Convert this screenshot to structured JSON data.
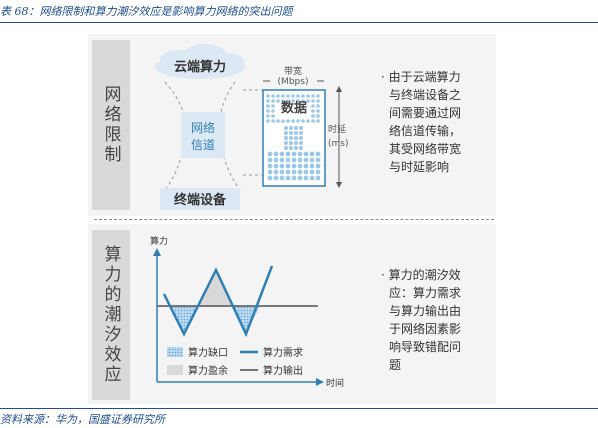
{
  "caption": "表 68：网络限制和算力潮汐效应是影响算力网络的突出问题",
  "source": "资料来源：华为，国盛证券研究所",
  "network": {
    "side_label": "网络限制",
    "cloud_label": "云端算力",
    "channel_label": "网络\n信道",
    "terminal_label": "终端设备",
    "bandwidth_label": "带宽\n(Mbps)",
    "data_label": "数据",
    "latency_label": "时延\n(ms)",
    "note": [
      "· 由于云端算力",
      "与终端设备之",
      "间需要通过网",
      "络信道传输，",
      "其受网络带宽",
      "与时延影响"
    ]
  },
  "tidal": {
    "side_label": "算力的潮汐效应",
    "y_axis_label": "算力",
    "x_axis_label": "时间",
    "legend": {
      "shortage": "算力缺口",
      "demand": "算力需求",
      "surplus": "算力盈余",
      "output": "算力输出"
    },
    "note": [
      "· 算力的潮汐效",
      "应：算力需求",
      "与算力输出由",
      "于网络因素影",
      "响导致错配问",
      "题"
    ]
  },
  "colors": {
    "accent": "#2e7fb5",
    "light_blue": "#dce9f5",
    "dots": "#9cc8ea",
    "caption": "#1f4e8a"
  }
}
